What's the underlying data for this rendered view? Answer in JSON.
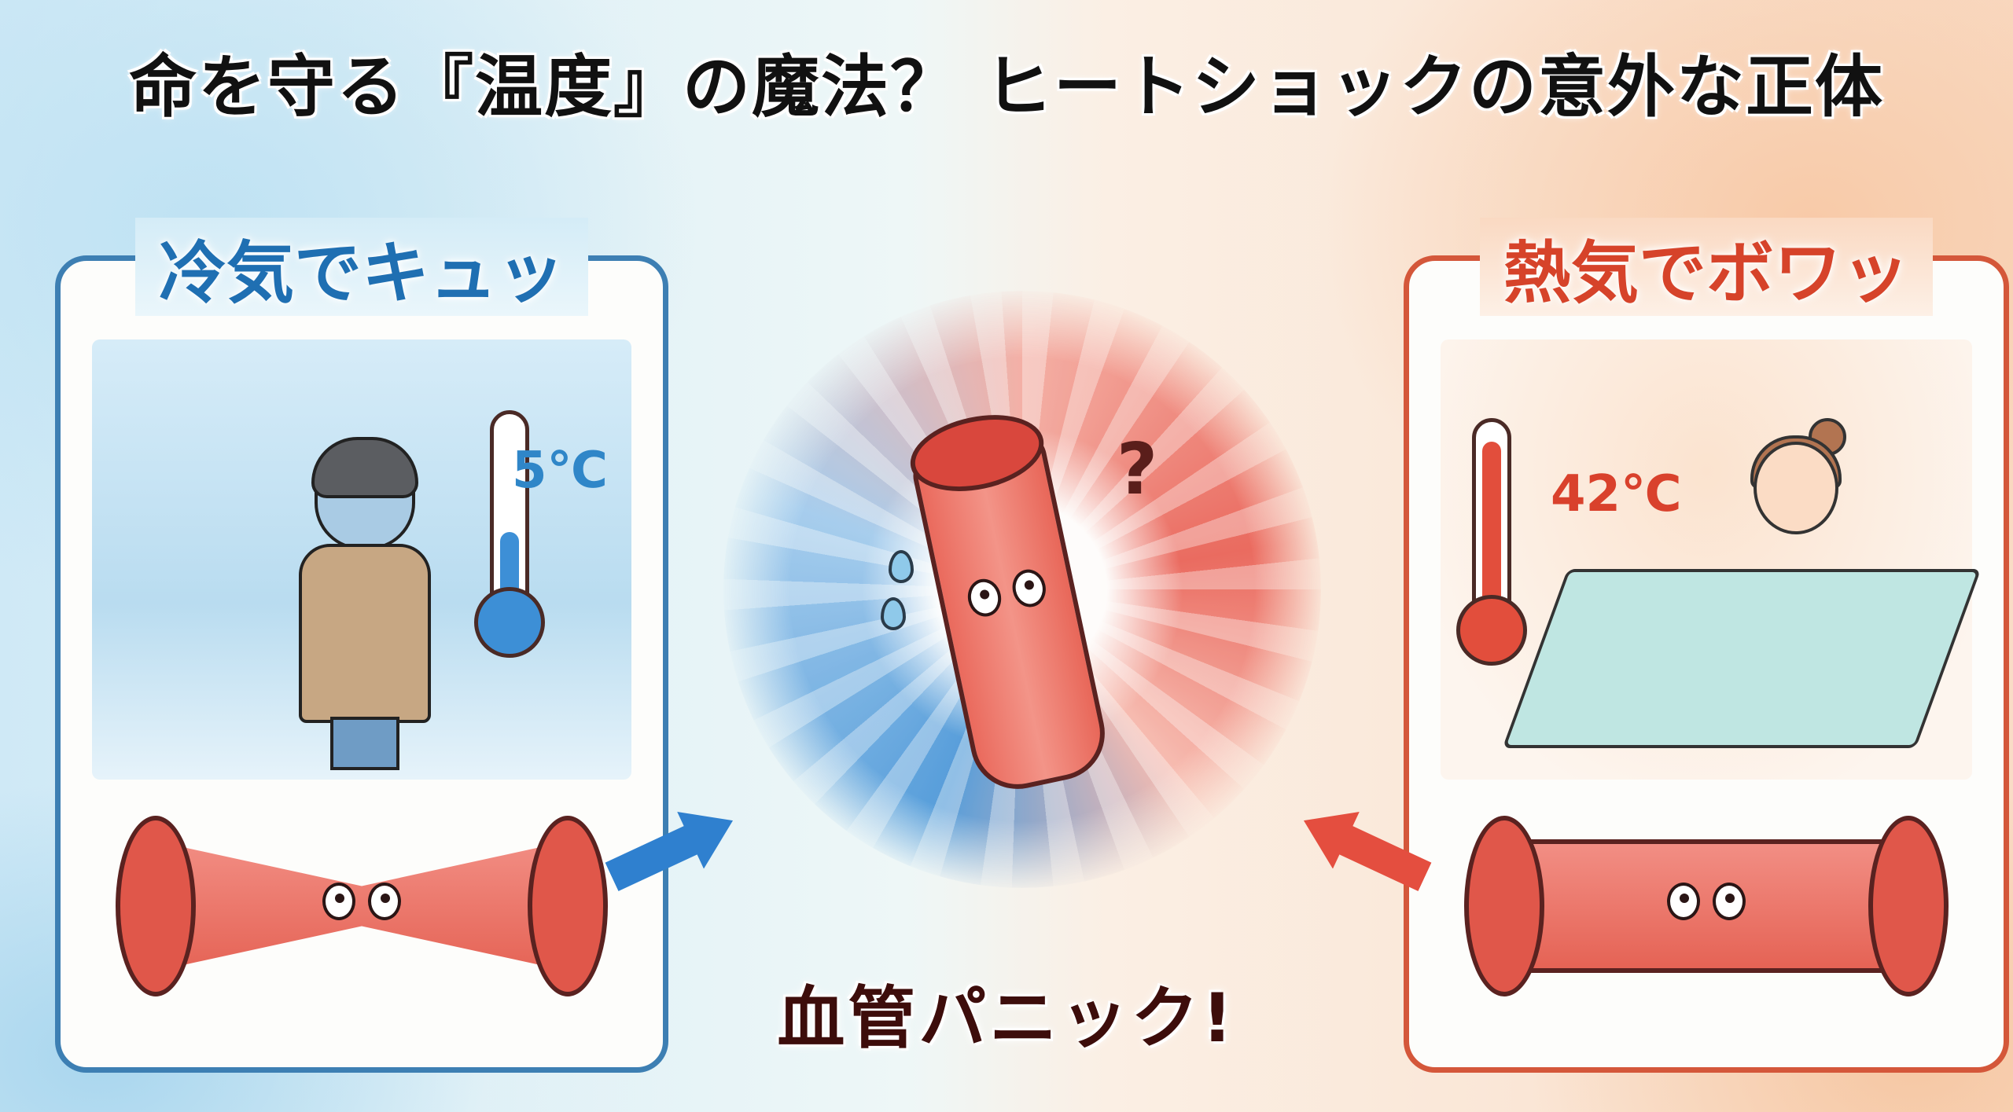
{
  "title": "命を守る『温度』の魔法？ ヒートショックの意外な正体",
  "panels": {
    "cold": {
      "label": "冷気でキュッ",
      "temperature": "5℃",
      "scene": "cold-hallway-shivering-person",
      "vessel_state": "constricted-worried-vessel",
      "color": "#3d7fb3",
      "label_color": "#1f6fb2"
    },
    "hot": {
      "label": "熱気でボワッ",
      "temperature": "42℃",
      "scene": "woman-relaxing-in-hot-bath",
      "vessel_state": "dilated-surprised-vessel",
      "color": "#d4573a",
      "label_color": "#d6432a"
    }
  },
  "center": {
    "question_mark": "?",
    "caption": "血管パニック!",
    "swirl_colors": [
      "#3d8fd6",
      "#e8554a"
    ]
  }
}
